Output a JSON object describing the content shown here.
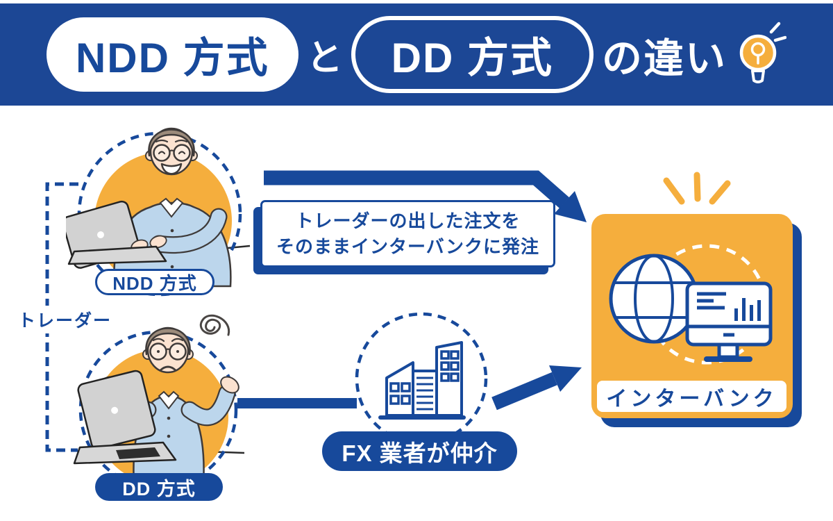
{
  "colors": {
    "banner_blue": "#1C4795",
    "primary_blue": "#17499B",
    "accent_orange": "#F5AE3D",
    "outline_dark": "#3E3A39",
    "shirt_blue": "#BCD6EC",
    "skin": "#FBE2D0",
    "hair_brown": "#9C8B7B",
    "laptop_gray": "#D2D2D2",
    "white": "#FFFFFF"
  },
  "header": {
    "pill_ndd": "NDD 方式",
    "connector": "と",
    "pill_dd": "DD 方式",
    "suffix": "の違い",
    "icon": "lightbulb-icon"
  },
  "traders": {
    "group_label": "トレーダー",
    "ndd_badge": "NDD 方式",
    "dd_badge": "DD 方式"
  },
  "flow": {
    "note_line1": "トレーダーの出した注文を",
    "note_line2": "そのままインターバンクに発注",
    "fx_badge": "FX 業者が仲介"
  },
  "interbank": {
    "label": "インターバンク"
  }
}
